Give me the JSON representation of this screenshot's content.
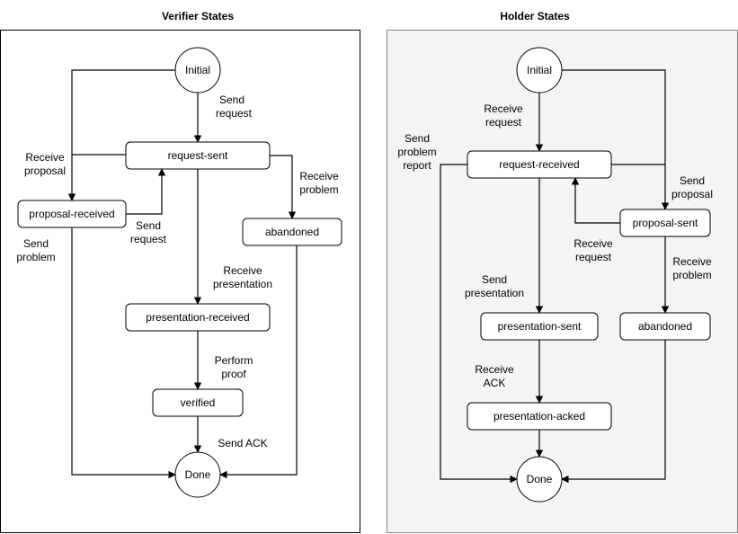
{
  "verifier": {
    "title": "Verifier States",
    "states": {
      "initial": "Initial",
      "request_sent": "request-sent",
      "proposal_received": "proposal-received",
      "abandoned": "abandoned",
      "presentation_received": "presentation-received",
      "verified": "verified",
      "done": "Done"
    },
    "edges": {
      "send_request_1": "Send",
      "send_request_2": "request",
      "receive_proposal_1": "Receive",
      "receive_proposal_2": "proposal",
      "receive_problem_1": "Receive",
      "receive_problem_2": "problem",
      "send_request_b_1": "Send",
      "send_request_b_2": "request",
      "send_problem_1": "Send",
      "send_problem_2": "problem",
      "receive_presentation_1": "Receive",
      "receive_presentation_2": "presentation",
      "perform_proof_1": "Perform",
      "perform_proof_2": "proof",
      "send_ack": "Send ACK"
    }
  },
  "holder": {
    "title": "Holder States",
    "states": {
      "initial": "Initial",
      "request_received": "request-received",
      "proposal_sent": "proposal-sent",
      "presentation_sent": "presentation-sent",
      "abandoned": "abandoned",
      "presentation_acked": "presentation-acked",
      "done": "Done"
    },
    "edges": {
      "receive_request_1": "Receive",
      "receive_request_2": "request",
      "send_problem_report_1": "Send",
      "send_problem_report_2": "problem",
      "send_problem_report_3": "report",
      "send_proposal_1": "Send",
      "send_proposal_2": "proposal",
      "receive_request_b_1": "Receive",
      "receive_request_b_2": "request",
      "receive_problem_1": "Receive",
      "receive_problem_2": "problem",
      "send_presentation_1": "Send",
      "send_presentation_2": "presentation",
      "receive_ack_1": "Receive",
      "receive_ack_2": "ACK"
    }
  },
  "colors": {
    "holder_panel_fill": "#f4f4f4",
    "verifier_panel_fill": "#ffffff",
    "stroke": "#000000"
  }
}
